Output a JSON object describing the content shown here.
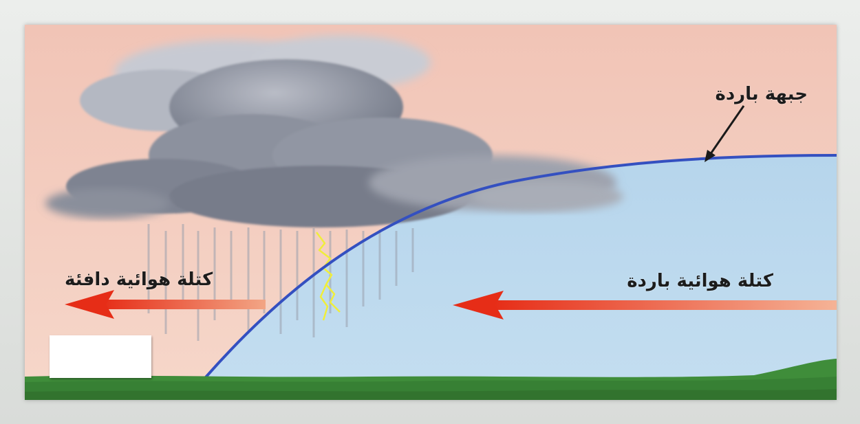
{
  "diagram": {
    "labels": {
      "cold_front": "جبهة باردة",
      "warm_air_mass": "كتلة هوائية دافئة",
      "cold_air_mass": "كتلة هوائية باردة"
    },
    "colors": {
      "warm_sky": "#f4cdbf",
      "cold_air": "#bcd9ee",
      "front_line": "#3450c0",
      "cloud": "#8f95a3",
      "ground": "#3f8d3a",
      "arrow": "#e8341c",
      "lightning": "#f0ee3a"
    },
    "icons": {
      "storm": "storm-cloud-icon",
      "lightning": "lightning-bolt-icon",
      "pointer": "pointer-arrow-icon"
    }
  }
}
